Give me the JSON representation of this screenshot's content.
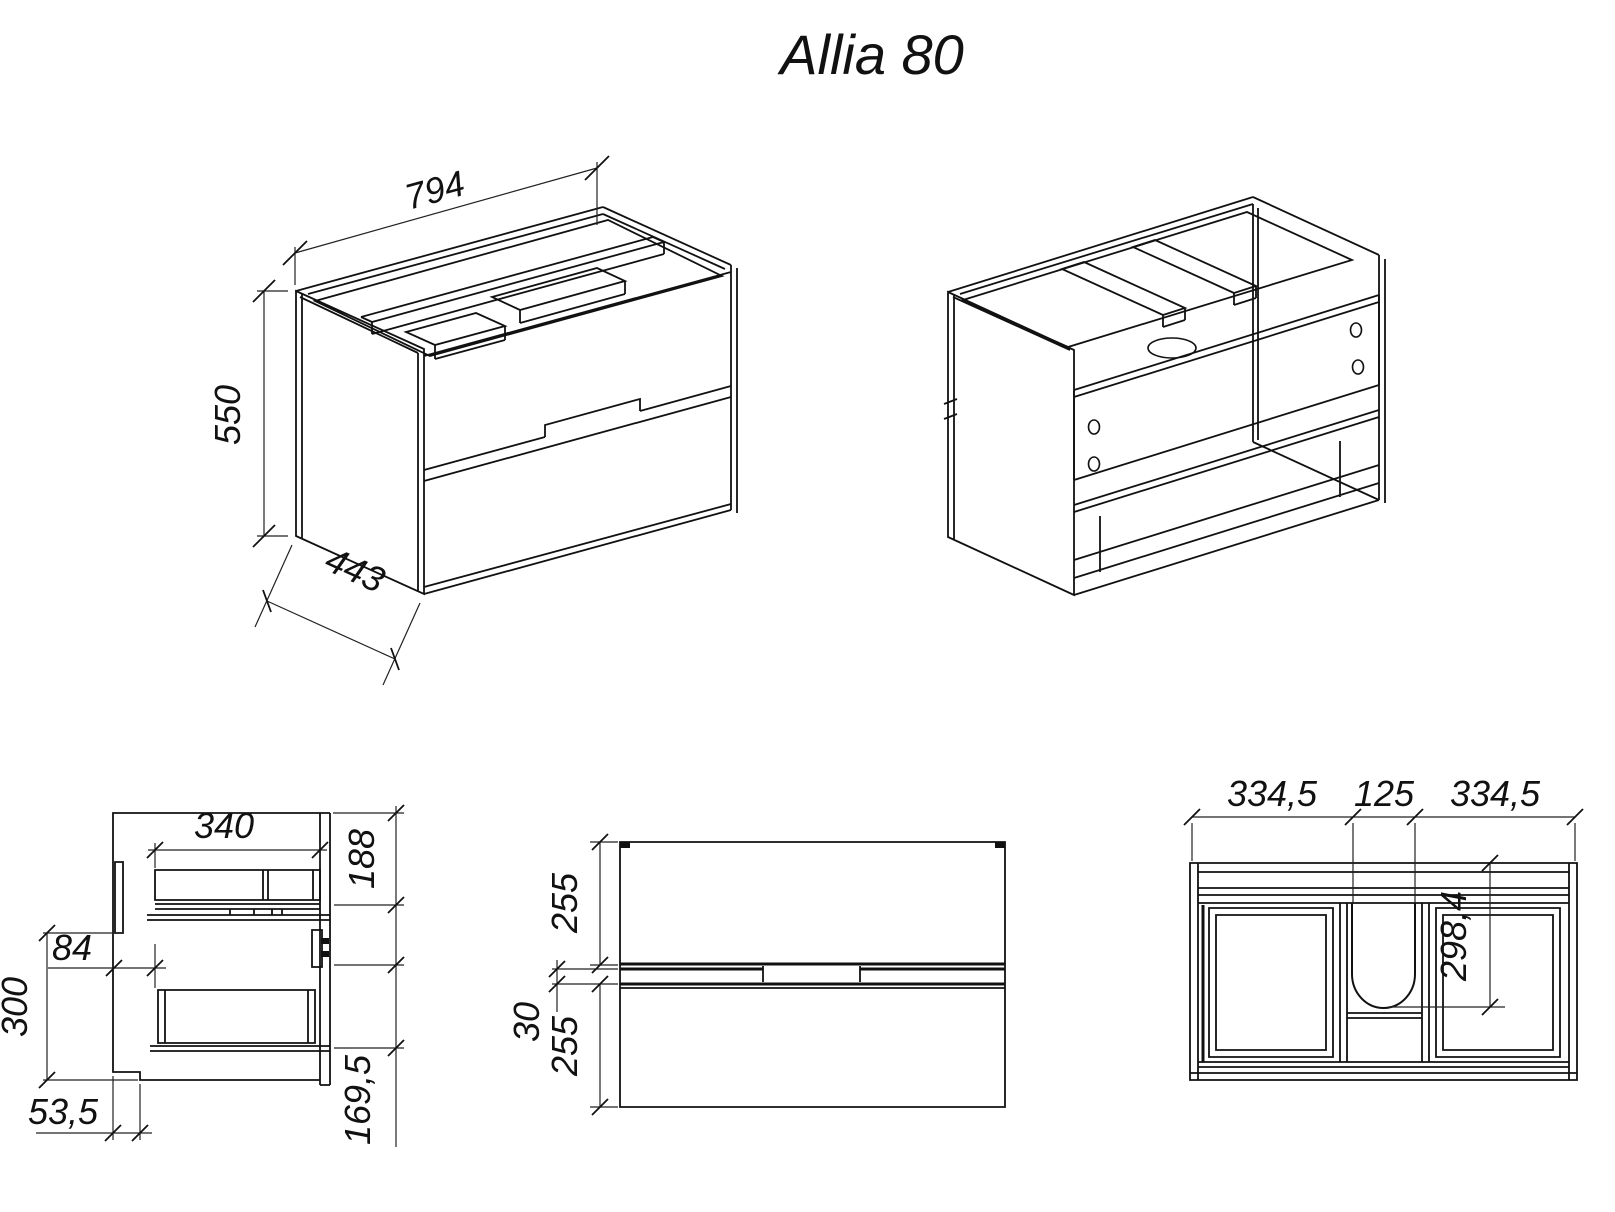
{
  "title": "Allia 80",
  "drawing": {
    "iso_front": {
      "width": "794",
      "height": "550",
      "depth": "443"
    },
    "side_view": {
      "drawer_depth": "340",
      "top_section_height": "188",
      "back_clearance": "84",
      "lower_height": "300",
      "bottom_notch": "53,5",
      "lower_drawer_height": "169,5"
    },
    "front_view": {
      "upper_drawer_height": "255",
      "drawer_gap": "30",
      "lower_drawer_height": "255"
    },
    "plan_view": {
      "left_width": "334,5",
      "center_width": "125",
      "right_width": "334,5",
      "cutout_depth": "298,4"
    }
  }
}
